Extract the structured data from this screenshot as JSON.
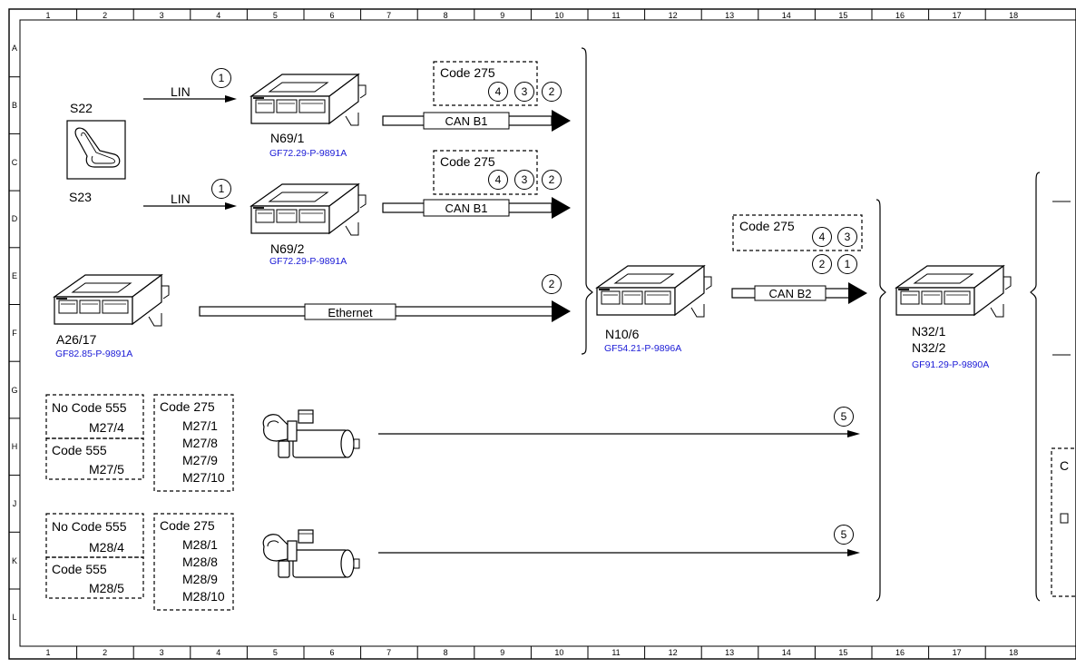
{
  "grid": {
    "columns": [
      "1",
      "2",
      "3",
      "4",
      "5",
      "6",
      "7",
      "8",
      "9",
      "10",
      "11",
      "12",
      "13",
      "14",
      "15",
      "16",
      "17",
      "18"
    ],
    "rows": [
      "A",
      "B",
      "C",
      "D",
      "E",
      "F",
      "G",
      "H",
      "J",
      "K",
      "L"
    ]
  },
  "components": {
    "s22": "S22",
    "s23": "S23",
    "n69_1": {
      "label": "N69/1",
      "doc": "GF72.29-P-9891A"
    },
    "n69_2": {
      "label": "N69/2",
      "doc": "GF72.29-P-9891A"
    },
    "a26_17": {
      "label": "A26/17",
      "doc": "GF82.85-P-9891A"
    },
    "n10_6": {
      "label": "N10/6",
      "doc": "GF54.21-P-9896A"
    },
    "n32": {
      "label1": "N32/1",
      "label2": "N32/2",
      "doc": "GF91.29-P-9890A"
    }
  },
  "buses": {
    "lin_top": "LIN",
    "lin_bottom": "LIN",
    "can_b1_top": "CAN B1",
    "can_b1_bottom": "CAN B1",
    "ethernet": "Ethernet",
    "can_b2": "CAN B2"
  },
  "code_boxes": {
    "top": "Code 275",
    "middle": "Code 275",
    "right": "Code 275",
    "m27_right": "Code 275",
    "m28_right": "Code 275",
    "m27_no555": "No Code 555",
    "m27_555": "Code 555",
    "m28_no555": "No Code 555",
    "m28_555": "Code 555",
    "edge_partial": "C"
  },
  "motors": {
    "m27_4": "M27/4",
    "m27_5": "M27/5",
    "m27_list": [
      "M27/1",
      "M27/8",
      "M27/9",
      "M27/10"
    ],
    "m28_4": "M28/4",
    "m28_5": "M28/5",
    "m28_list": [
      "M28/1",
      "M28/8",
      "M28/9",
      "M28/10"
    ]
  },
  "markers": {
    "lin_top": "1",
    "lin_bottom": "1",
    "top_box": [
      "4",
      "3",
      "2"
    ],
    "middle_box": [
      "4",
      "3",
      "2"
    ],
    "ethernet": "2",
    "right_box_top": [
      "4",
      "3"
    ],
    "right_box_bottom": [
      "2",
      "1"
    ],
    "m27_line": "5",
    "m28_line": "5"
  }
}
